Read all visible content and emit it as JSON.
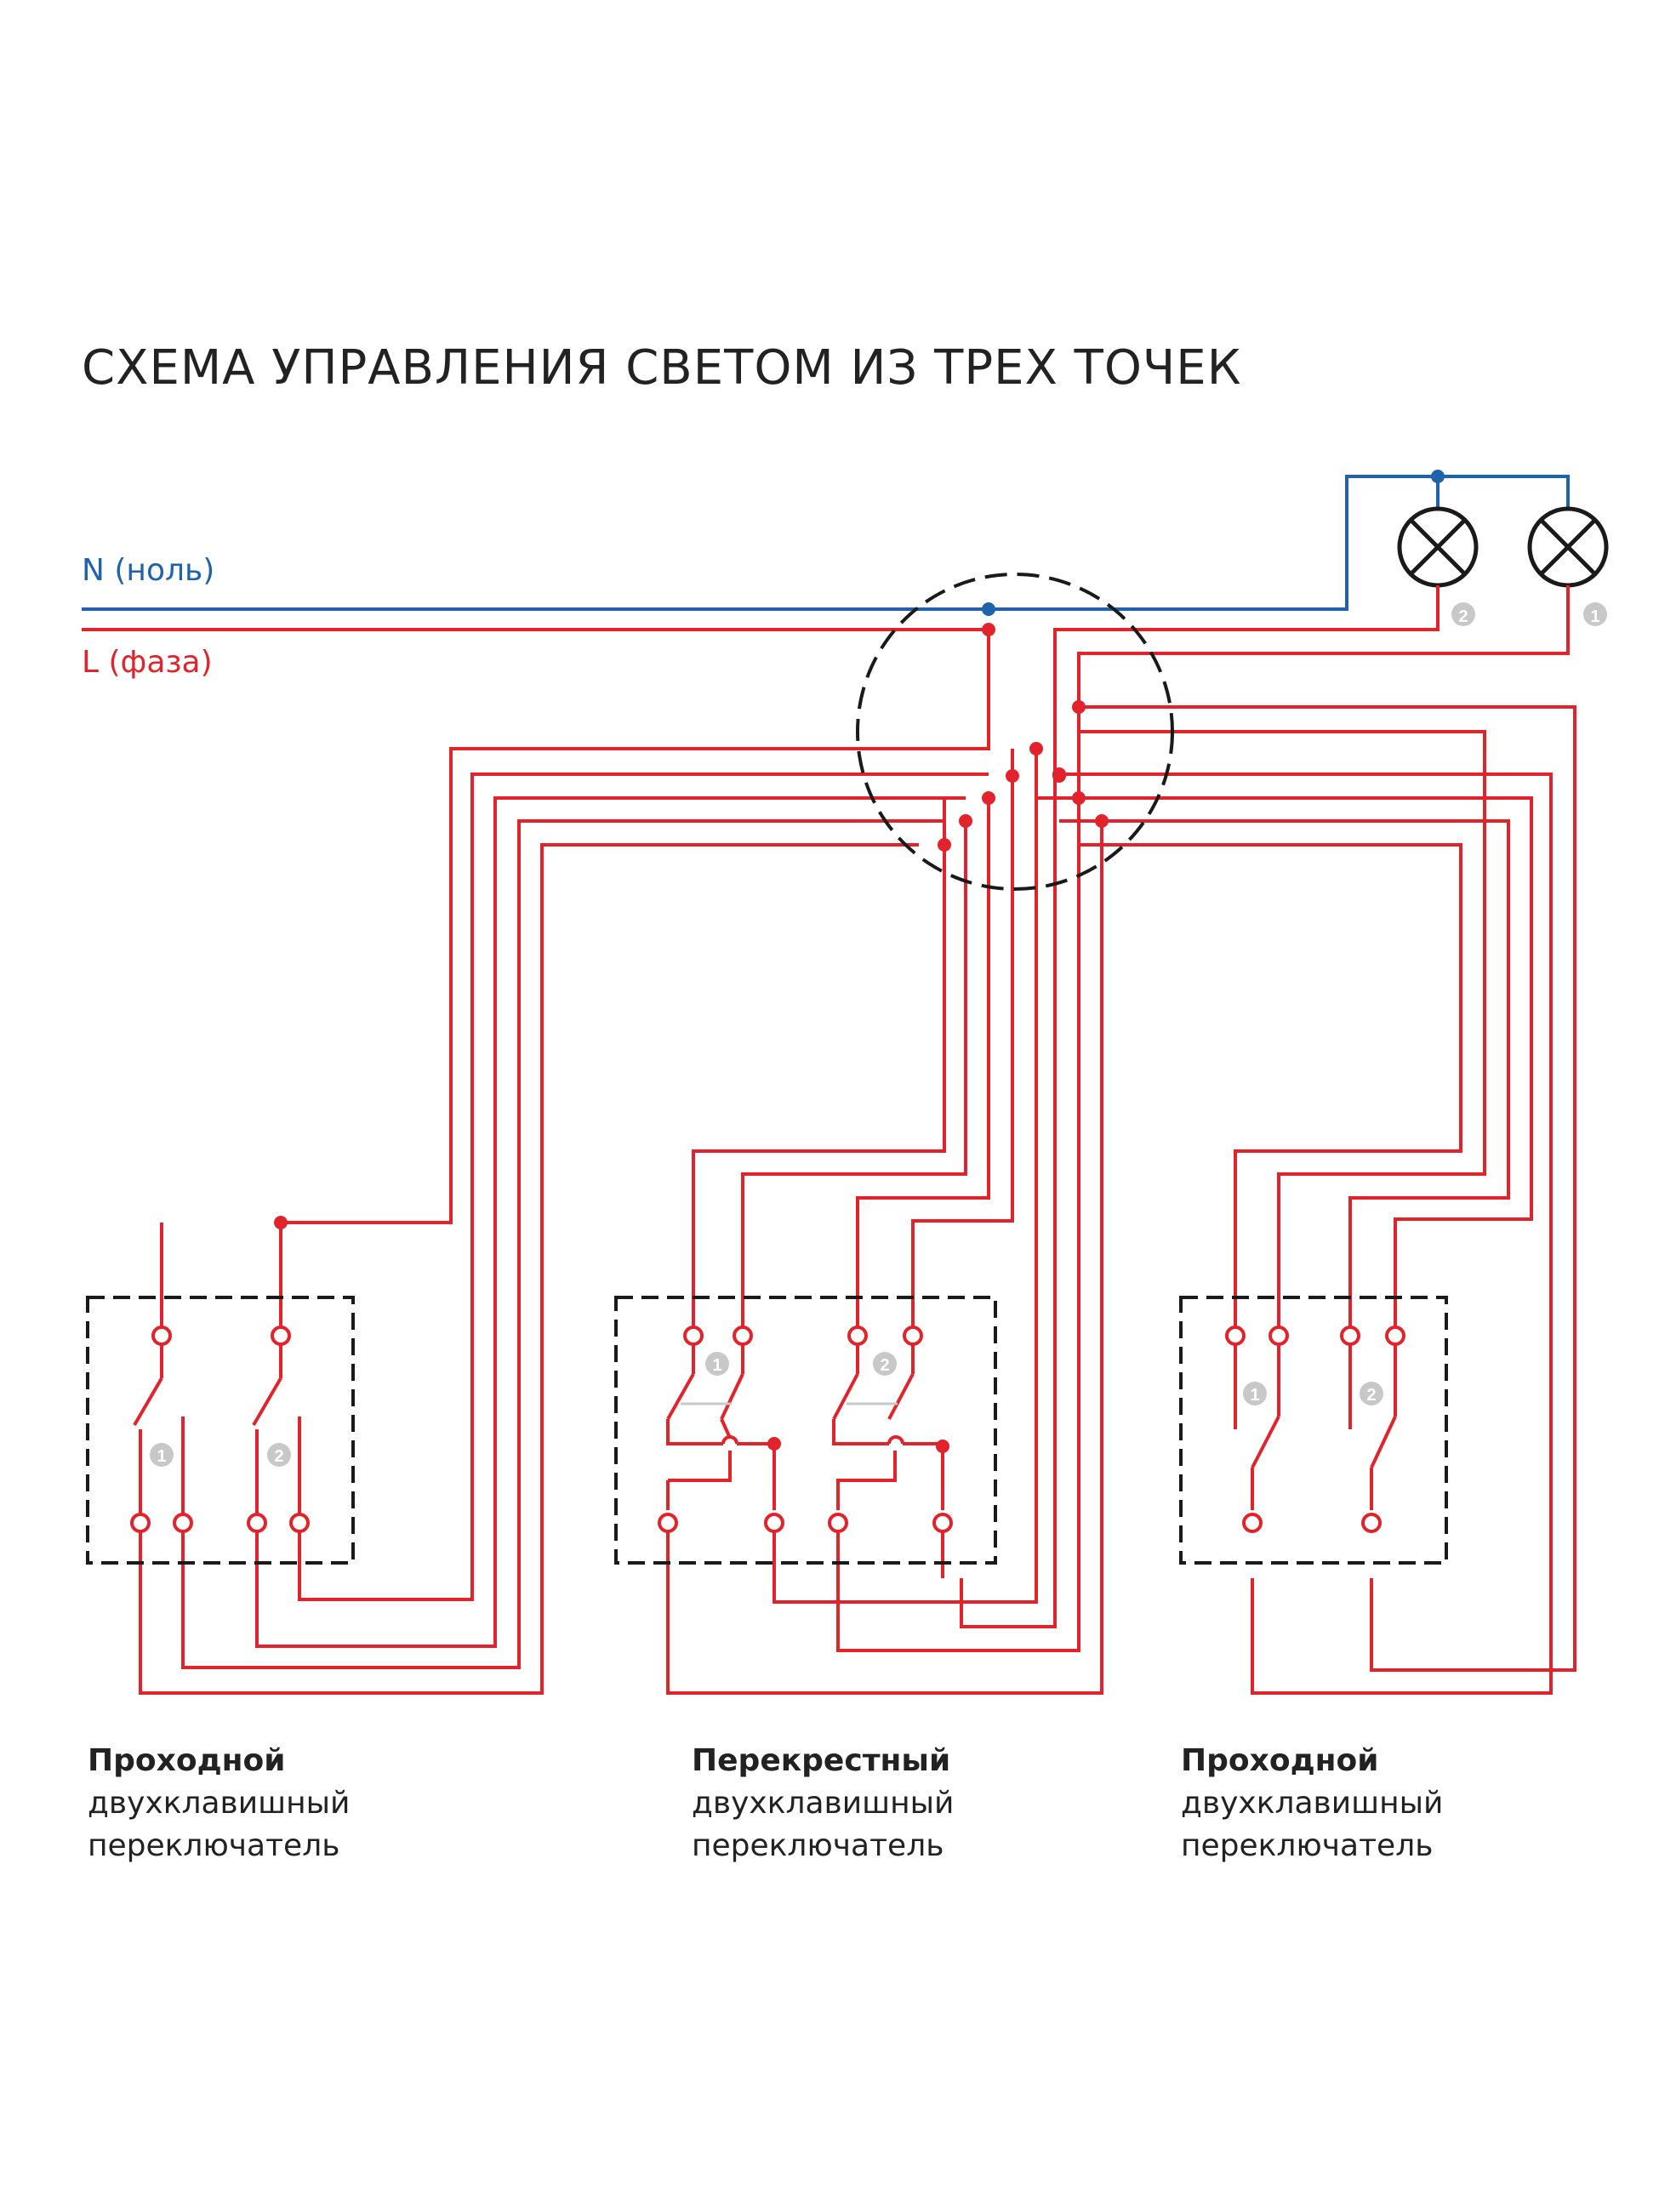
{
  "title": "СХЕМА УПРАВЛЕНИЯ СВЕТОМ ИЗ ТРЕХ ТОЧЕК",
  "legend": {
    "neutral": "N (ноль)",
    "phase": "L (фаза)"
  },
  "colors": {
    "neutral": "#1e63ab",
    "phase": "#e2232b",
    "outline": "#1a1a1a",
    "badge": "#c8c8c8"
  },
  "lamps": [
    {
      "number": "2"
    },
    {
      "number": "1"
    }
  ],
  "switches": [
    {
      "name": "Проходной",
      "line1": "двухклавишный",
      "line2": "переключатель",
      "keys": [
        "1",
        "2"
      ]
    },
    {
      "name": "Перекрестный",
      "line1": "двухклавишный",
      "line2": "переключатель",
      "keys": [
        "1",
        "2"
      ]
    },
    {
      "name": "Проходной",
      "line1": "двухклавишный",
      "line2": "переключатель",
      "keys": [
        "1",
        "2"
      ]
    }
  ]
}
